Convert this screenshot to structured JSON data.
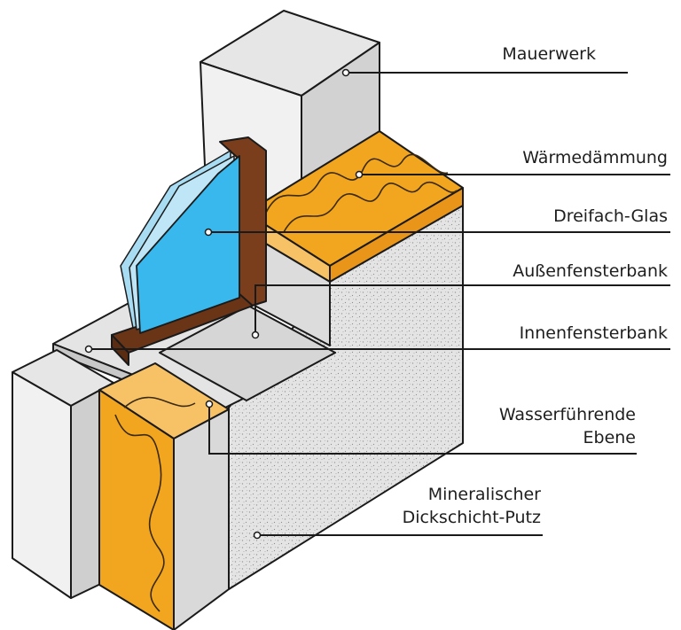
{
  "labels": {
    "mauerwerk": "Mauerwerk",
    "waermedaemmung": "Wärmedämmung",
    "dreifach_glas": "Dreifach-Glas",
    "aussenfensterbank": "Außenfensterbank",
    "innenfensterbank": "Innenfensterbank",
    "wasserfuehrende_1": "Wasserführende",
    "wasserfuehrende_2": "Ebene",
    "putz_1": "Mineralischer",
    "putz_2": "Dickschicht-Putz"
  },
  "colors": {
    "masonry": "#dcdcdc",
    "masonry_dark": "#bdbdbd",
    "insulation": "#f2a51e",
    "insulation_light": "#f7c165",
    "plaster": "#e1e1e1",
    "frame": "#7a3e1c",
    "glass": "#38b8ec",
    "glass_light": "#a7dcf3",
    "leader": "#1a1a1a"
  }
}
